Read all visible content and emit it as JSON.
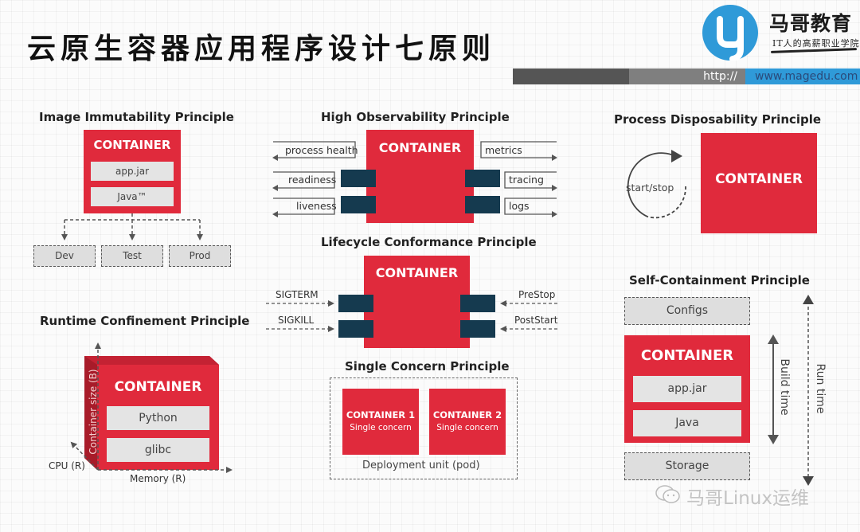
{
  "header": {
    "title": "云原生容器应用程序设计七原则",
    "brand": {
      "logo_icon": "magedu-logo-icon",
      "name": "马哥教育",
      "slogan": "IT人的高薪职业学院",
      "url_prefix": "http://",
      "url": "www.magedu.com",
      "colors": {
        "brand_blue": "#2f9ad8",
        "bar_dark": "#555555",
        "bar_mid": "#7f7f7f"
      }
    }
  },
  "colors": {
    "container_red": "#e02a3c",
    "port_navy": "#153a4f",
    "layer_gray": "#e4e4e4"
  },
  "principles": {
    "image_immutability": {
      "title": "Image Immutability Principle",
      "container": "CONTAINER",
      "layers": [
        "app.jar",
        "Java™"
      ],
      "environments": [
        "Dev",
        "Test",
        "Prod"
      ]
    },
    "high_observability": {
      "title": "High Observability Principle",
      "container": "CONTAINER",
      "left_outputs": [
        "process health",
        "readiness",
        "liveness"
      ],
      "right_outputs": [
        "metrics",
        "tracing",
        "logs"
      ]
    },
    "process_disposability": {
      "title": "Process Disposability Principle",
      "cycle_label": "start/stop",
      "container": "CONTAINER"
    },
    "lifecycle_conformance": {
      "title": "Lifecycle Conformance Principle",
      "container": "CONTAINER",
      "left_signals": [
        "SIGTERM",
        "SIGKILL"
      ],
      "right_hooks": [
        "PreStop",
        "PostStart"
      ]
    },
    "runtime_confinement": {
      "title": "Runtime Confinement Principle",
      "container": "CONTAINER",
      "layers": [
        "Python",
        "glibc"
      ],
      "axes": {
        "vertical": "Container size (B)",
        "depth": "CPU (R)",
        "horizontal": "Memory (R)"
      }
    },
    "single_concern": {
      "title": "Single Concern Principle",
      "containers": [
        {
          "name": "CONTAINER 1",
          "subtitle": "Single concern"
        },
        {
          "name": "CONTAINER 2",
          "subtitle": "Single concern"
        }
      ],
      "group_label": "Deployment unit (pod)"
    },
    "self_containment": {
      "title": "Self-Containment Principle",
      "configs": "Configs",
      "container": "CONTAINER",
      "layers": [
        "app.jar",
        "Java"
      ],
      "storage": "Storage",
      "build_time": "Build time",
      "run_time": "Run time"
    }
  },
  "watermark": {
    "icon": "wechat-icon",
    "text": "马哥Linux运维"
  }
}
